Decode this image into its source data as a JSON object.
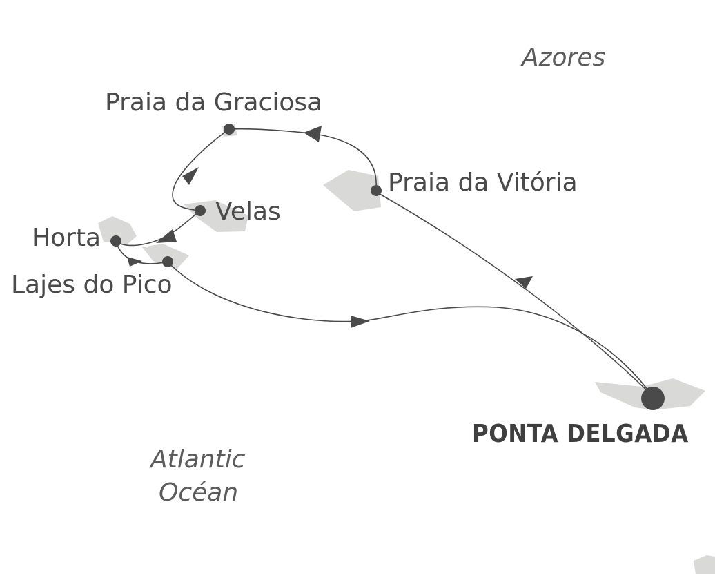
{
  "map": {
    "regions": {
      "azores": "Azores",
      "ocean_line1": "Atlantic",
      "ocean_line2": "Océan"
    },
    "home_port": "PONTA DELGADA",
    "ports": {
      "praia_da_graciosa": "Praia da Graciosa",
      "praia_da_vitoria": "Praia da Vitória",
      "velas": "Velas",
      "horta": "Horta",
      "lajes_do_pico": "Lajes do Pico"
    },
    "colors": {
      "land": "#d9d9d7",
      "route": "#4a4a4a",
      "marker": "#4a4a4a",
      "text": "#4a4a4a"
    }
  }
}
